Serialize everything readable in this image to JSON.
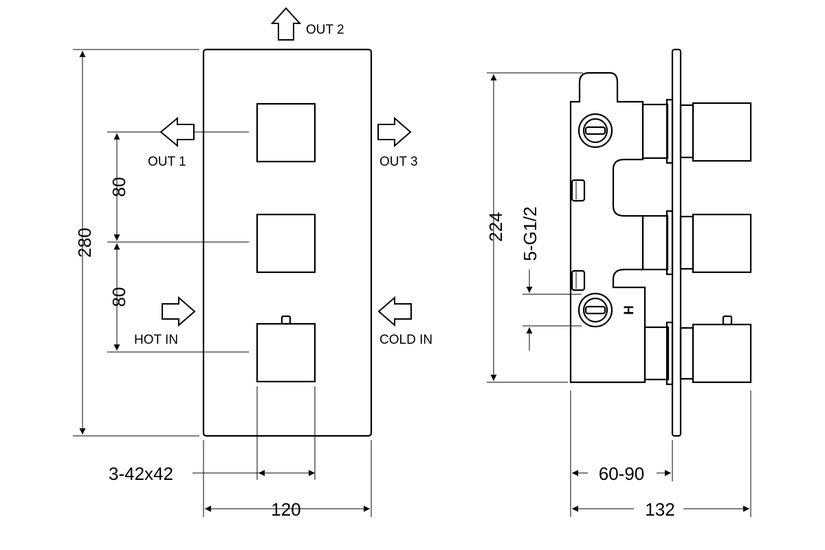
{
  "labels": {
    "out1": "OUT 1",
    "out2": "OUT 2",
    "out3": "OUT 3",
    "hot_in": "HOT IN",
    "cold_in": "COLD IN"
  },
  "front_view": {
    "height": "280",
    "spacing_upper": "80",
    "spacing_lower": "80",
    "knob_size": "3-42x42",
    "width": "120"
  },
  "side_view": {
    "height": "224",
    "thread": "5-G1/2",
    "depth_range": "60-90",
    "overall_depth": "132",
    "valve_mark": "H"
  }
}
